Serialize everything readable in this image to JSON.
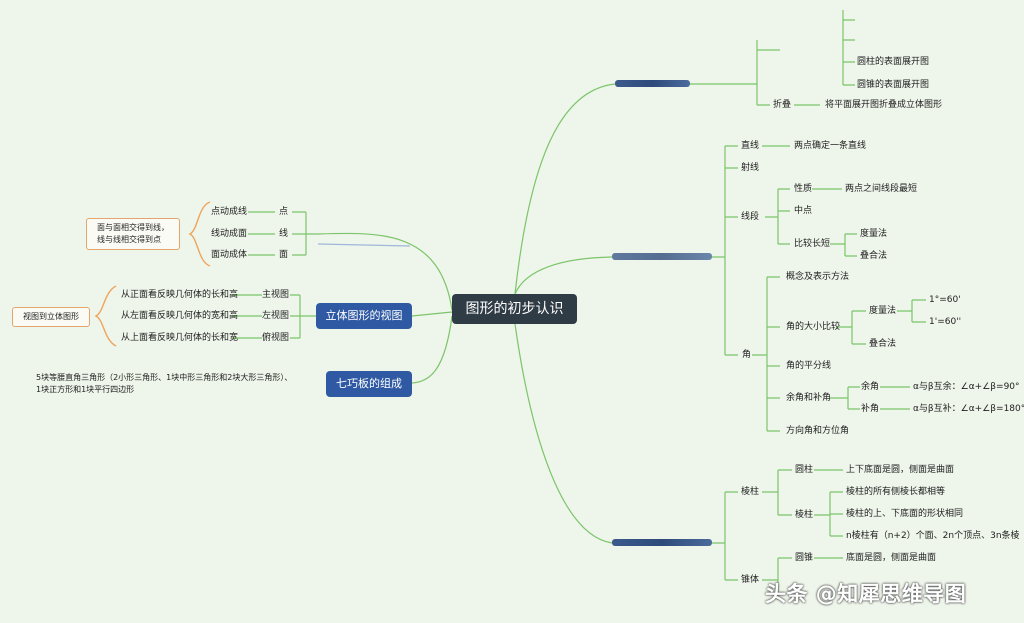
{
  "center": "图形的初步认识",
  "left": {
    "views": {
      "title": "立体图形的视图",
      "note": "视图到立体图形",
      "items": [
        {
          "desc": "从正面看反映几何体的长和高",
          "name": "主视图"
        },
        {
          "desc": "从左面看反映几何体的宽和高",
          "name": "左视图"
        },
        {
          "desc": "从上面看反映几何体的长和宽",
          "name": "俯视图"
        }
      ]
    },
    "tangram": {
      "title": "七巧板的组成",
      "desc_line1": "5块等腰直角三角形（2小形三角形、1块中形三角形和2块大形三角形）、",
      "desc_line2": "1块正方形和1块平行四边形"
    },
    "points": {
      "note_line1": "面与面相交得到线，",
      "note_line2": "线与线相交得到点",
      "items": [
        {
          "desc": "点动成线",
          "name": "点"
        },
        {
          "desc": "线动成面",
          "name": "线"
        },
        {
          "desc": "面动成体",
          "name": "面"
        }
      ]
    }
  },
  "top": {
    "unfold_items": [
      "圆柱的表面展开图",
      "圆锥的表面展开图"
    ],
    "fold_label": "折叠",
    "fold_desc": "将平面展开图折叠成立体图形"
  },
  "lines": {
    "straight": "直线",
    "straight_desc": "两点确定一条直线",
    "ray": "射线",
    "segment": "线段",
    "property": "性质",
    "property_desc": "两点之间线段最短",
    "midpoint": "中点",
    "compare": "比较长短",
    "measure": "度量法",
    "overlap": "叠合法"
  },
  "angle": {
    "label": "角",
    "concept": "概念及表示方法",
    "size_compare": "角的大小比较",
    "measure": "度量法",
    "deg1": "1°=60'",
    "deg2": "1'=60''",
    "overlap": "叠合法",
    "bisector": "角的平分线",
    "comp_supp": "余角和补角",
    "comp": "余角",
    "comp_desc": "α与β互余：∠α+∠β=90°",
    "supp": "补角",
    "supp_desc": "α与β互补：∠α+∠β=180°",
    "direction": "方向角和方位角"
  },
  "solids": {
    "prism_group": "棱柱",
    "cylinder": "圆柱",
    "cylinder_desc": "上下底面是圆，侧面是曲面",
    "prism": "棱柱",
    "prism_d1": "棱柱的所有侧棱长都相等",
    "prism_d2": "棱柱的上、下底面的形状相同",
    "prism_d3": "n棱柱有（n+2）个面、2n个顶点、3n条棱",
    "cone_group": "锥体",
    "cone": "圆锥",
    "cone_desc": "底面是圆，侧面是曲面"
  },
  "watermark": "头条 @知犀思维导图"
}
